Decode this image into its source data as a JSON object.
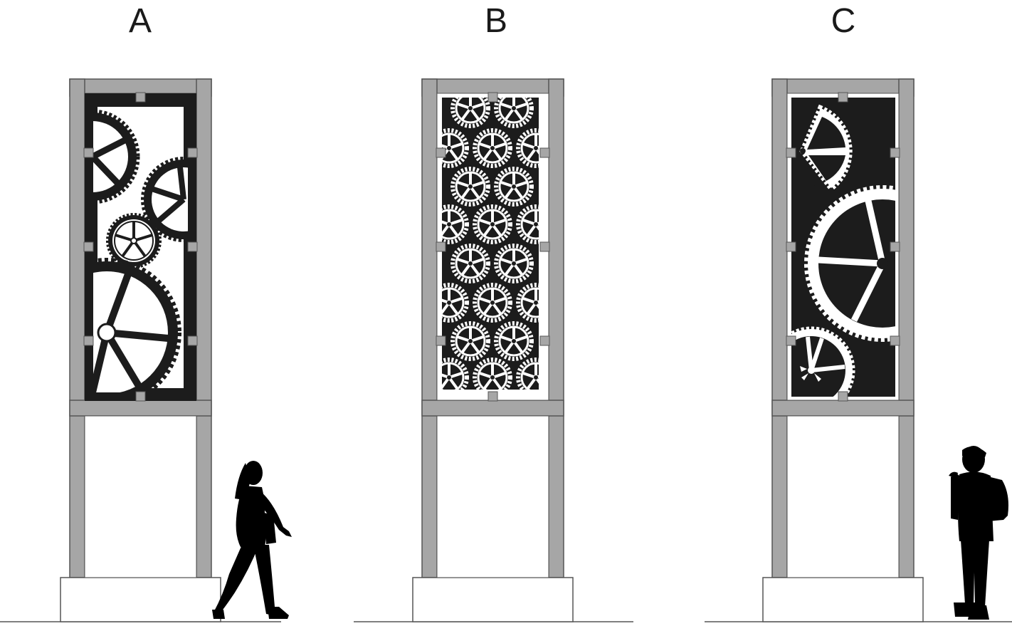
{
  "panels": [
    {
      "label": "A",
      "pattern": "large-gears-varied"
    },
    {
      "label": "B",
      "pattern": "repeating-small-gears"
    },
    {
      "label": "C",
      "pattern": "large-gears-varied"
    }
  ],
  "figures": [
    {
      "panel": "A",
      "type": "woman-walking-silhouette"
    },
    {
      "panel": "C",
      "type": "man-with-backpack-and-umbrella-silhouette"
    }
  ],
  "colors": {
    "frame": "#a6a6a6",
    "frame_stroke": "#555555",
    "panel_fill": "#1c1c1c",
    "gear": "#ffffff",
    "silhouette": "#000000"
  }
}
